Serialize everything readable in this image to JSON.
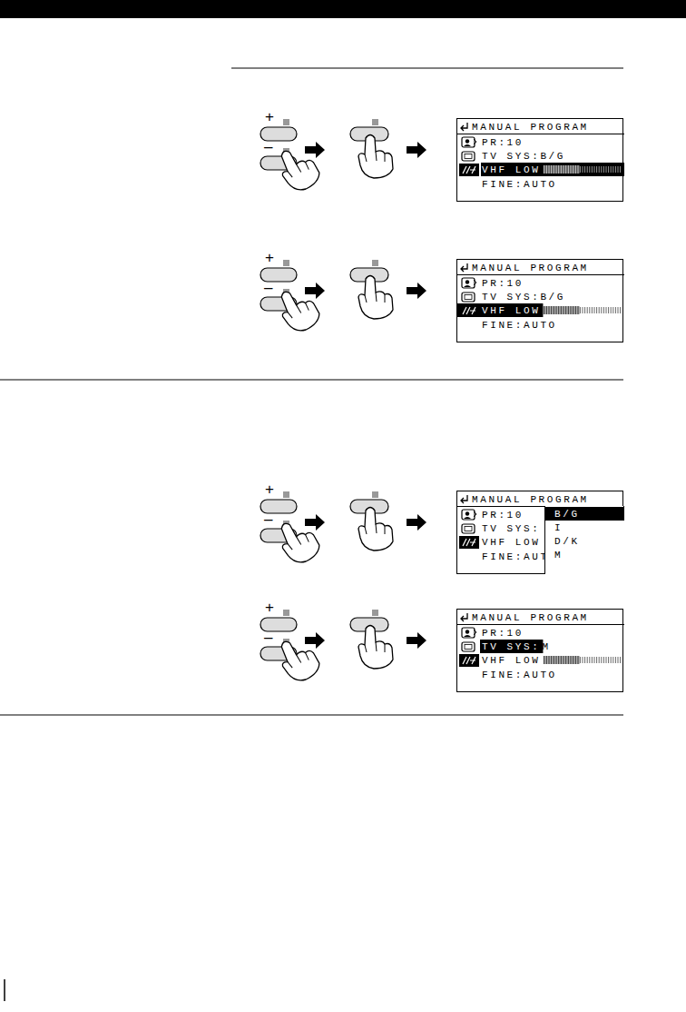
{
  "diagram": {
    "nodes": [
      {
        "text": [
          "MANUAL PROGRAM",
          "PR:10",
          "TV SYS:B/G",
          "VHF LOW",
          "FINE:AUTO"
        ]
      },
      {
        "text": [
          "MANUAL PROGRAM",
          "PR:10",
          "TV SYS:B/G",
          "VHF LOW",
          "FINE:AUTO"
        ]
      },
      {
        "text": [
          "MANUAL PROGRAM",
          "PR:10",
          "TV SYS:",
          "VHF LOW",
          "FINE:AUTO"
        ]
      },
      {
        "text": [
          "B/G",
          "I",
          "D/K",
          "M"
        ],
        "in": 2
      },
      {
        "text": [
          "MANUAL PROGRAM",
          "PR:10",
          "TV SYS:",
          "M",
          "VHF LOW",
          "FINE:AUTO"
        ]
      }
    ],
    "labels": [
      "+",
      "–",
      "+",
      "–",
      "+",
      "–",
      "+",
      "–"
    ]
  }
}
